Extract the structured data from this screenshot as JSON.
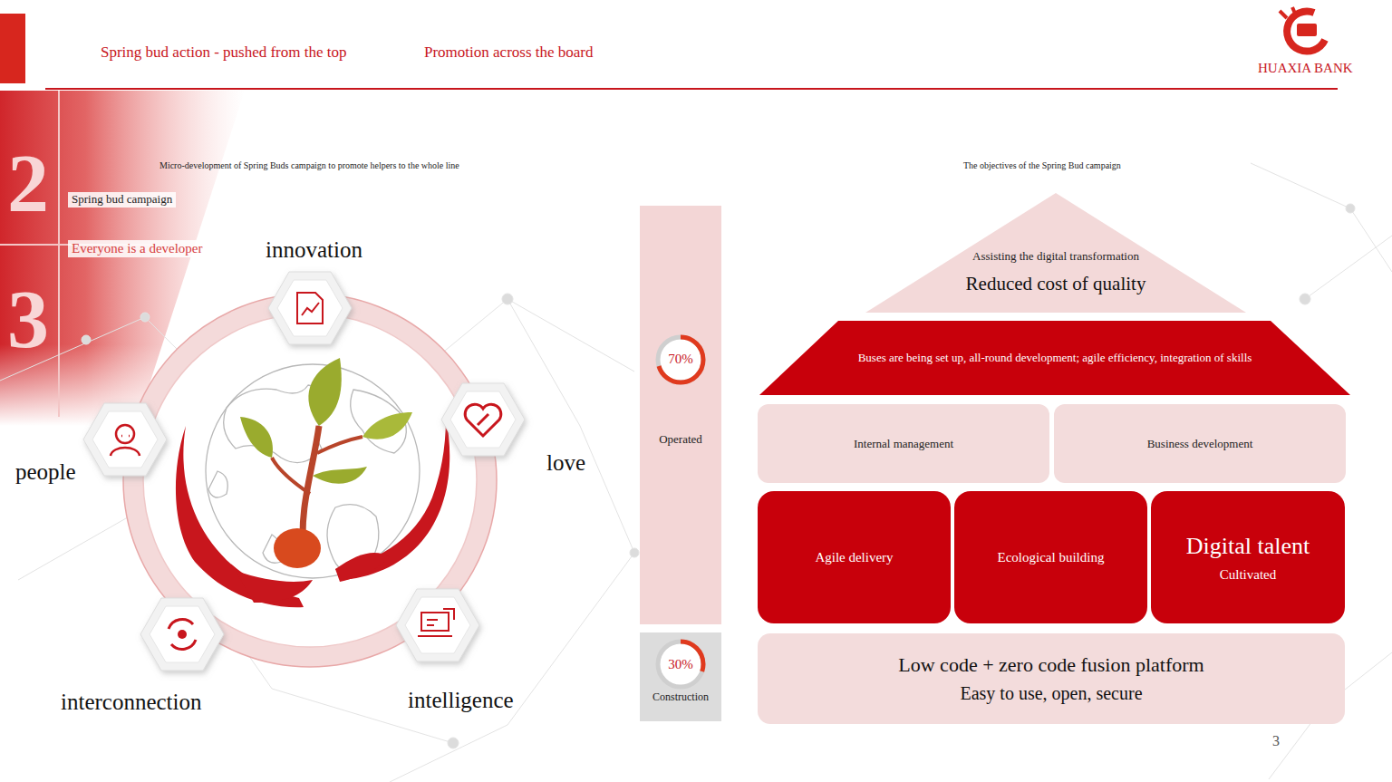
{
  "diagram": {
    "nodes": [
      {
        "text": [
          "Assisting the digital transformation",
          "Reduced cost of quality"
        ]
      },
      {
        "text": [
          "Buses are being set up, all-round development; agile efficiency, integration of skills"
        ]
      },
      {
        "text": [
          "Internal management"
        ]
      },
      {
        "text": [
          "Business development"
        ]
      },
      {
        "text": [
          "Agile delivery"
        ]
      },
      {
        "text": [
          "Ecological building"
        ]
      },
      {
        "text": [
          "Digital talent",
          "Cultivated"
        ]
      },
      {
        "text": [
          "Low code + zero code fusion platform",
          "Easy to use, open, secure"
        ]
      },
      {
        "text": [
          "70%",
          "Operated"
        ]
      },
      {
        "text": [
          "30%",
          "Construction"
        ]
      }
    ],
    "labels": [
      "Spring bud action - pushed from the top",
      "Promotion across the board",
      "HUAXIA BANK",
      "Micro-development of Spring Buds campaign to promote helpers to the whole line",
      "Spring bud campaign",
      "Everyone is a developer",
      "innovation",
      "love",
      "people",
      "interconnection",
      "intelligence",
      "The objectives of the Spring Bud campaign",
      "3",
      "2",
      "3"
    ]
  }
}
